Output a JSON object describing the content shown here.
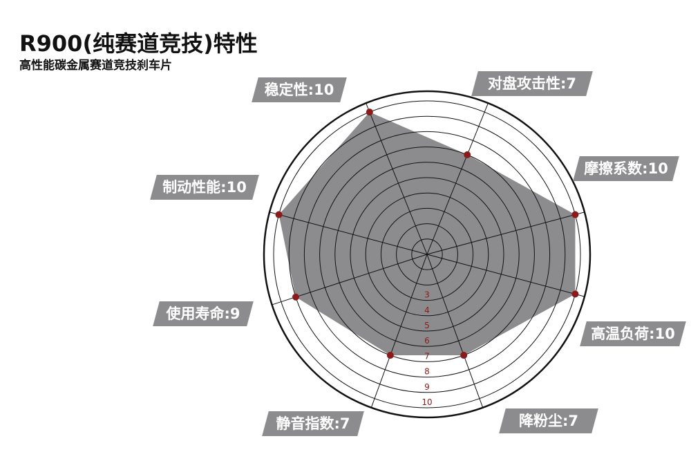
{
  "title": "R900(纯赛道竞技)特性",
  "subtitle": "高性能碳金属赛道竞技刹车片",
  "chart_data": {
    "type": "radar",
    "title": "R900(纯赛道竞技)特性",
    "subtitle": "高性能碳金属赛道竞技刹车片",
    "axes": [
      {
        "label": "对盘攻击性:7",
        "name": "对盘攻击性",
        "value": 7
      },
      {
        "label": "摩擦系数:10",
        "name": "摩擦系数",
        "value": 10
      },
      {
        "label": "高温负荷:10",
        "name": "高温负荷",
        "value": 10
      },
      {
        "label": "降粉尘:7",
        "name": "降粉尘",
        "value": 7
      },
      {
        "label": "静音指数:7",
        "name": "静音指数",
        "value": 7
      },
      {
        "label": "使用寿命:9",
        "name": "使用寿命",
        "value": 9
      },
      {
        "label": "制动性能:10",
        "name": "制动性能",
        "value": 10
      },
      {
        "label": "稳定性:10",
        "name": "稳定性",
        "value": 10
      }
    ],
    "range": [
      0,
      10
    ],
    "ring_labels": [
      "3",
      "4",
      "5",
      "6",
      "7",
      "8",
      "9",
      "10"
    ],
    "colors": {
      "fill": "#8c8c8e",
      "point": "#8b1a1a",
      "grid": "#111111"
    }
  }
}
